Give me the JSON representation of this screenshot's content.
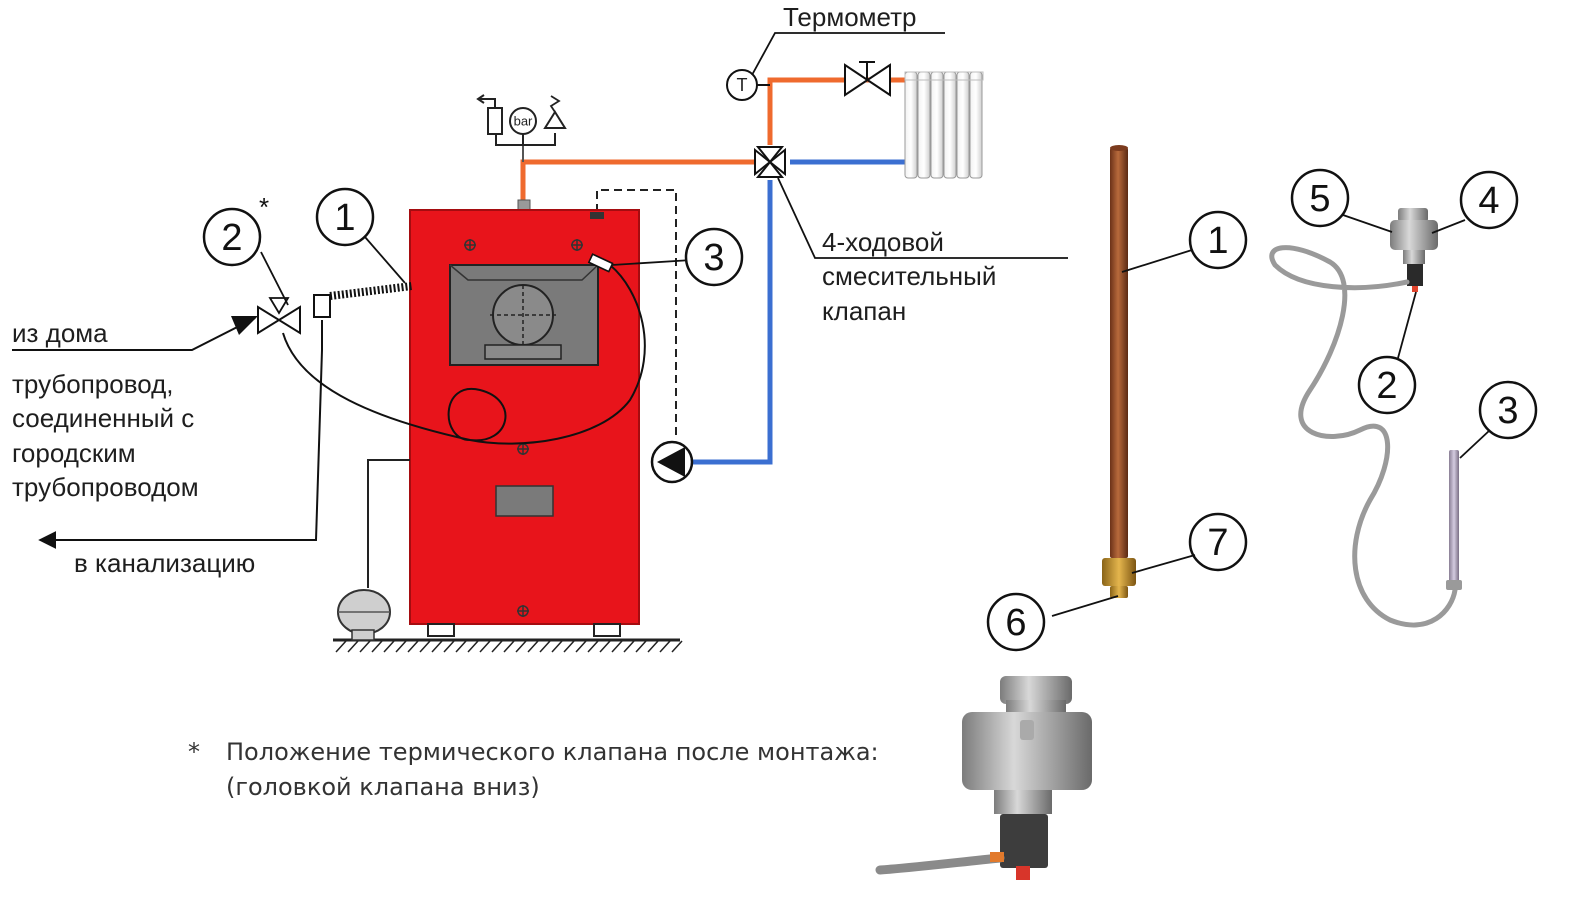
{
  "labels": {
    "thermometer": "Термометр",
    "from_house": "из дома",
    "city_pipeline": [
      "трубопровод,",
      "соединенный с",
      "городским",
      "трубопроводом"
    ],
    "to_sewer": "в канализацию",
    "mixing_valve": [
      "4-ходовой",
      "смесительный",
      "клапан"
    ],
    "gauge": "bar",
    "thermo_symbol": "T"
  },
  "callouts": {
    "boiler_sensor_line": "1",
    "thermal_valve": "2",
    "thermal_valve_asterisk": "*",
    "boiler_probe": "3",
    "part_tube": "1",
    "part_capillary": "2",
    "part_probe": "3",
    "part_head": "4",
    "part_body": "5",
    "part_fitting": "6",
    "part_nut": "7"
  },
  "footnote": {
    "marker": "*",
    "line1": "Положение термического клапана после монтажа:",
    "line2": "(головкой клапана вниз)"
  },
  "colors": {
    "boiler": "#e8141b",
    "boiler_door": "#7a7a7a",
    "hot_pipe": "#ef6a2e",
    "cold_pipe": "#3b6fd1",
    "line": "#111111",
    "capillary": "#9a9a9a",
    "copper_tube": "#a05a32",
    "brass": "#d3a23e"
  }
}
